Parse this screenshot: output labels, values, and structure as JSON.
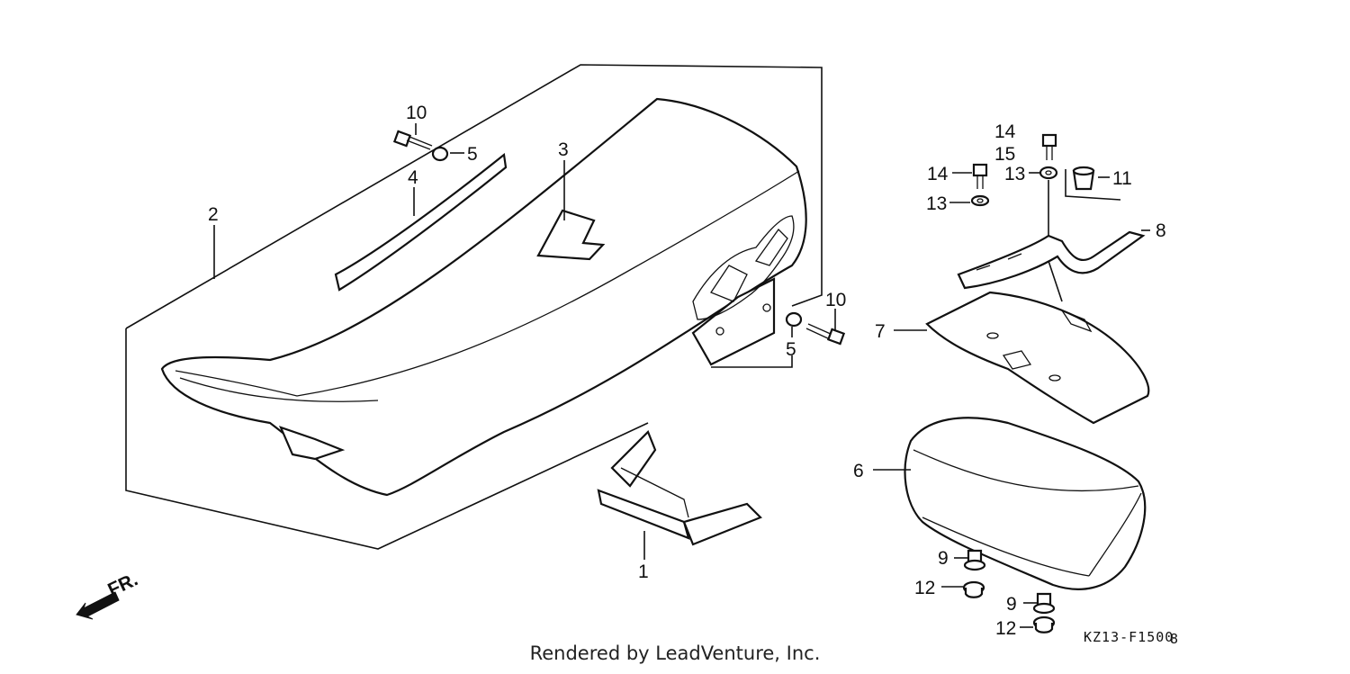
{
  "diagram": {
    "callouts": [
      {
        "id": "c1",
        "text": "1"
      },
      {
        "id": "c2",
        "text": "2"
      },
      {
        "id": "c3",
        "text": "3"
      },
      {
        "id": "c4",
        "text": "4"
      },
      {
        "id": "c5a",
        "text": "5"
      },
      {
        "id": "c5b",
        "text": "5"
      },
      {
        "id": "c6",
        "text": "6"
      },
      {
        "id": "c7",
        "text": "7"
      },
      {
        "id": "c8",
        "text": "8"
      },
      {
        "id": "c9a",
        "text": "9"
      },
      {
        "id": "c9b",
        "text": "9"
      },
      {
        "id": "c10a",
        "text": "10"
      },
      {
        "id": "c10b",
        "text": "10"
      },
      {
        "id": "c11",
        "text": "11"
      },
      {
        "id": "c12a",
        "text": "12"
      },
      {
        "id": "c12b",
        "text": "12"
      },
      {
        "id": "c13a",
        "text": "13"
      },
      {
        "id": "c13b",
        "text": "13"
      },
      {
        "id": "c14a",
        "text": "14"
      },
      {
        "id": "c14b",
        "text": "14"
      },
      {
        "id": "c15",
        "text": "15"
      }
    ],
    "front_label": "FR.",
    "drawing_code": "KZ13-F1500",
    "drawing_suffix": "8",
    "credit": "Rendered by LeadVenture, Inc."
  }
}
